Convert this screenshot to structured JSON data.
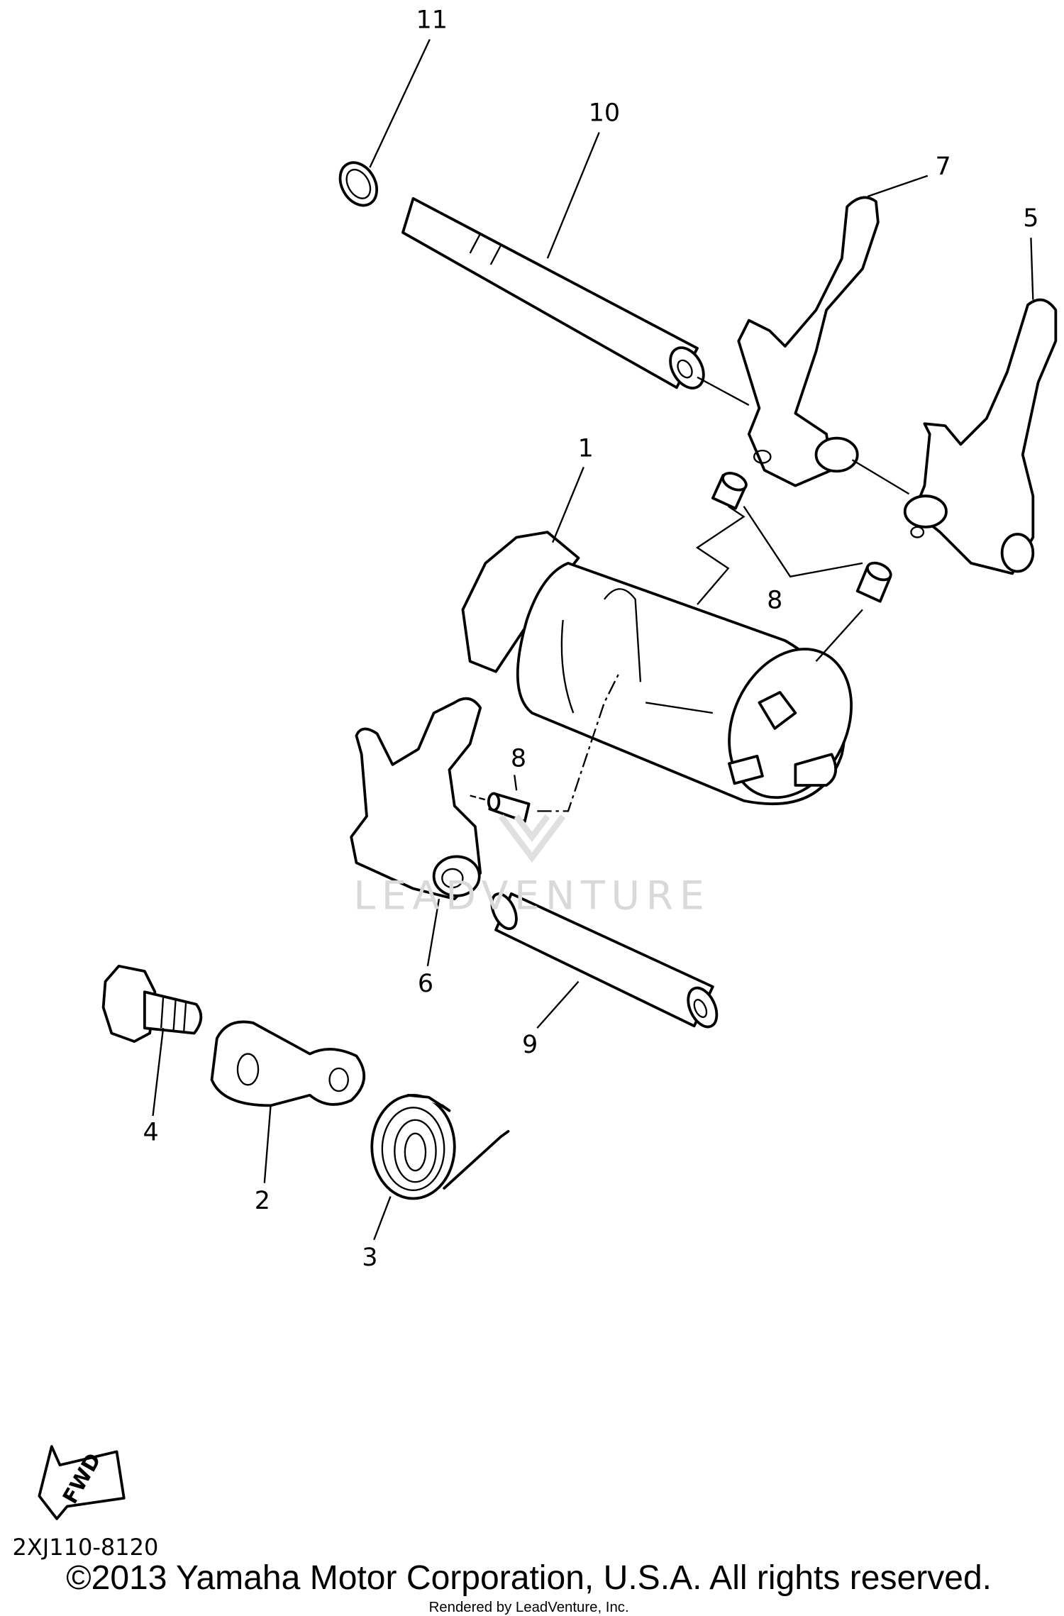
{
  "diagram": {
    "callouts": [
      "1",
      "2",
      "3",
      "4",
      "5",
      "6",
      "7",
      "8",
      "8",
      "9",
      "10",
      "11"
    ],
    "watermark": "LEADVENTURE",
    "fwd_label": "FWD",
    "drawing_code": "2XJ110-8120",
    "copyright": "©2013 Yamaha Motor Corporation, U.S.A. All rights reserved.",
    "rendered_by": "Rendered by LeadVenture, Inc."
  }
}
